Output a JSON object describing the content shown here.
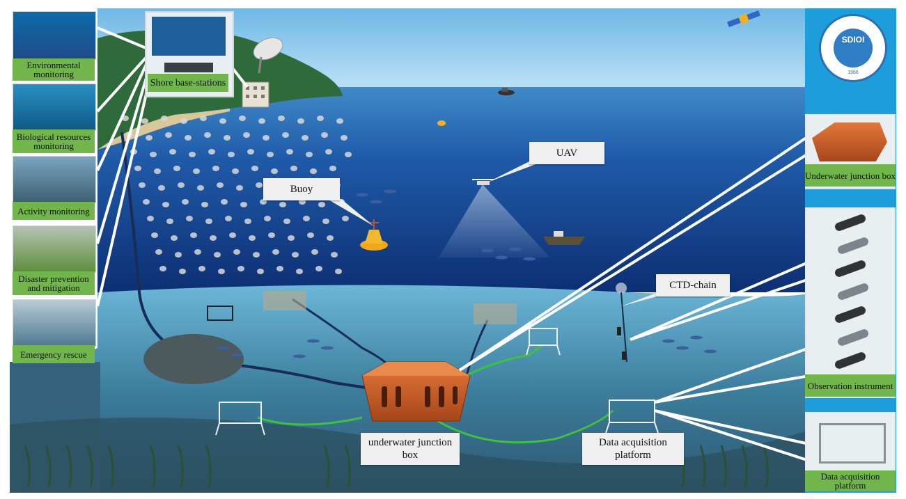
{
  "left_panels": [
    {
      "id": "environmental",
      "label": "Environmental monitoring"
    },
    {
      "id": "biological",
      "label": "Biological resources monitoring"
    },
    {
      "id": "activity",
      "label": "Activity monitoring"
    },
    {
      "id": "disaster",
      "label": "Disaster prevention and mitigation"
    },
    {
      "id": "emergency",
      "label": "Emergency rescue"
    }
  ],
  "shore_station": {
    "label": "Shore base-stations"
  },
  "callouts": {
    "buoy": "Buoy",
    "uav": "UAV",
    "ctd": "CTD-chain",
    "junction": "underwater junction box",
    "platform": "Data acquisition platform"
  },
  "right_panels": {
    "logo_text": "SDIOI",
    "logo_year": "1966",
    "junction": "Underwater junction box",
    "instrument": "Observation instrument",
    "platform": "Data acquisition platform"
  },
  "colors": {
    "label_green": "#70b64a",
    "right_blue": "#1e9ddb",
    "sky": "#8fc9ec",
    "sea": "#1d4e9c",
    "callout_bg": "#efefef"
  }
}
